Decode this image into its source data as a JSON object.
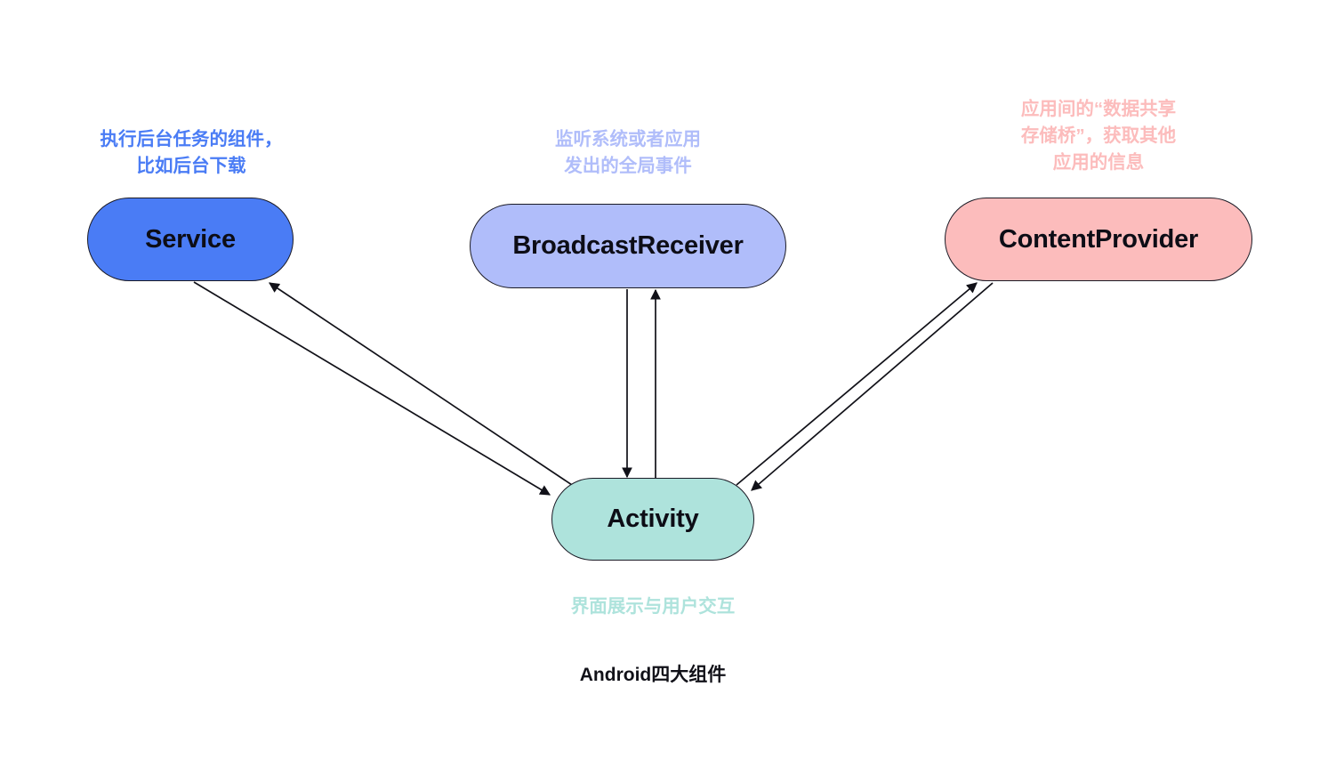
{
  "figure": {
    "title": "Android四大组件",
    "background": "#ffffff"
  },
  "nodes": [
    {
      "id": "service",
      "label": "Service",
      "fill": "#4a7cf5",
      "stroke": "#1b1b26",
      "caption": "执行后台任务的组件，\n比如后台下载",
      "caption_color": "#4a7cf5"
    },
    {
      "id": "broadcastreceiver",
      "label": "BroadcastReceiver",
      "fill": "#b0bdfa",
      "stroke": "#1b1b26",
      "caption": "监听系统或者应用\n发出的全局事件",
      "caption_color": "#b0bdfa"
    },
    {
      "id": "contentprovider",
      "label": "ContentProvider",
      "fill": "#fcbcbc",
      "stroke": "#1b1b26",
      "caption": "应用间的“数据共享\n存储桥”，获取其他\n应用的信息",
      "caption_color": "#fcbcbc"
    },
    {
      "id": "activity",
      "label": "Activity",
      "fill": "#aee3dc",
      "stroke": "#1b1b26",
      "caption": "界面展示与用户交互",
      "caption_color": "#aee3dc"
    }
  ],
  "edges": [
    {
      "from": "activity",
      "to": "service",
      "direction": "bidirectional",
      "color": "#111118"
    },
    {
      "from": "activity",
      "to": "broadcastreceiver",
      "direction": "bidirectional",
      "color": "#111118"
    },
    {
      "from": "activity",
      "to": "contentprovider",
      "direction": "bidirectional",
      "color": "#111118"
    }
  ]
}
